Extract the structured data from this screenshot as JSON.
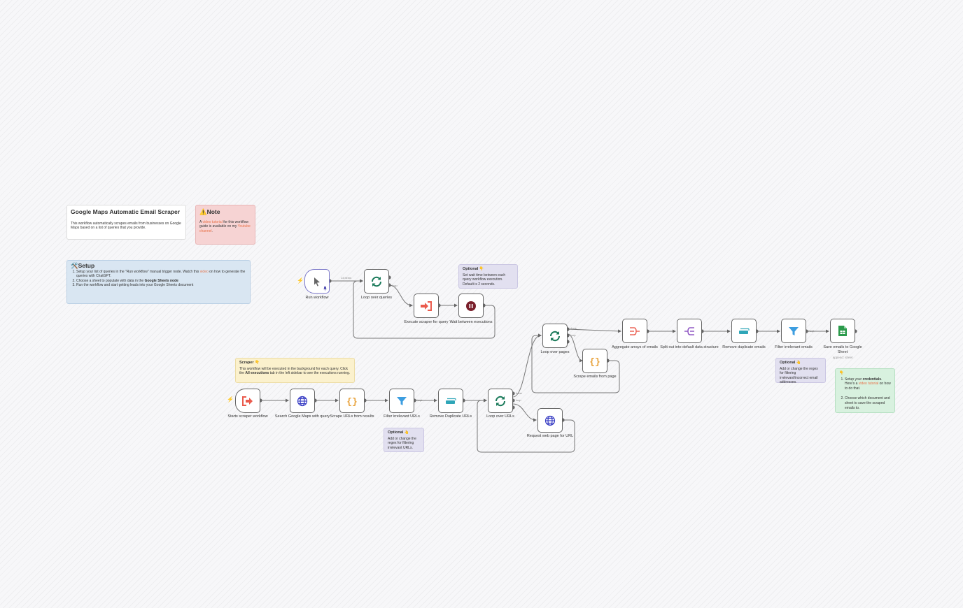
{
  "notes": {
    "title": {
      "heading": "Google Maps Automatic Email Scraper",
      "body": "This workflow automatically scrapes emails from businesses on Google Maps based on a list of queries that you provide."
    },
    "note": {
      "heading": "⚠️Note",
      "body_prefix": "A ",
      "link1": "video tutorial",
      "body_mid": " for this workflow guide is available on my ",
      "link2": "Youtube channel",
      "body_suffix": "."
    },
    "setup": {
      "heading": "🛠️Setup",
      "item1_prefix": "Setup your list of queries in the \"Run workflow\" manual trigger node. Watch this ",
      "item1_link": "video",
      "item1_suffix": " on how to generate the queries with ChatGPT.",
      "item2_prefix": "Choose a sheet to populate with data in the ",
      "item2_bold": "Google Sheets node",
      "item3": "Run the workflow and start getting leads into your Google Sheets document"
    },
    "optional_wait": {
      "heading": "Optional 👇",
      "body": "Set wait time between each query workflow execution. Default is 2 seconds."
    },
    "scraper": {
      "heading": "Scraper 👇",
      "body_prefix": "This workflow will be executed in the background for each query. Click the ",
      "body_bold": "All executions",
      "body_suffix": " tab in the left sidebar to see the executions running."
    },
    "optional_urls": {
      "heading": "Optional 👆",
      "body": "Add or change the regex for filtering irrelevant URLs."
    },
    "optional_emails": {
      "heading": "Optional 👆",
      "body": "Add or change the regex for filtering irrelevant/incorrect email addresses."
    },
    "credentials": {
      "heading": "👇",
      "item1_prefix": "Setup your ",
      "item1_bold": "credentials",
      "item1_mid": ". Here's a ",
      "item1_link": "video tutorial",
      "item1_suffix": " on how to do that.",
      "item2": "Choose which document and sheet to save the scraped emails to."
    }
  },
  "nodes": {
    "run_workflow": {
      "label": "Run workflow",
      "icon": "cursor-icon"
    },
    "loop_queries": {
      "label": "Loop over queries",
      "icon": "refresh-icon"
    },
    "execute_scraper": {
      "label": "Execute scraper for query",
      "icon": "sign-in-icon"
    },
    "wait": {
      "label": "Wait between executions",
      "icon": "pause-icon"
    },
    "starts_scraper": {
      "label": "Starts scraper workflow",
      "icon": "sign-out-icon"
    },
    "search_maps": {
      "label": "Search Google Maps with query",
      "icon": "globe-icon"
    },
    "scrape_urls": {
      "label": "Scrape URLs from results",
      "icon": "code-icon"
    },
    "filter_urls": {
      "label": "Filter irrelevant URLs",
      "icon": "filter-icon"
    },
    "remove_dup_urls": {
      "label": "Remove Duplicate URLs",
      "icon": "dedupe-icon"
    },
    "loop_urls": {
      "label": "Loop over URLs",
      "icon": "refresh-icon"
    },
    "request_page": {
      "label": "Request web page for URL",
      "icon": "globe-icon"
    },
    "loop_pages": {
      "label": "Loop over pages",
      "icon": "refresh-icon"
    },
    "scrape_emails": {
      "label": "Scrape emails from page",
      "icon": "code-icon"
    },
    "aggregate": {
      "label": "Aggregate arrays of emails",
      "icon": "aggregate-icon"
    },
    "split_out": {
      "label": "Split out into default data structure",
      "icon": "split-icon"
    },
    "remove_dup_emails": {
      "label": "Remove duplicate emails",
      "icon": "dedupe-icon"
    },
    "filter_emails": {
      "label": "Filter irrelevant emails",
      "icon": "filter-icon"
    },
    "save_sheet": {
      "label": "Save emails to Google Sheet",
      "sublabel": "append: sheet",
      "icon": "sheets-icon"
    }
  },
  "edge_labels": {
    "items": "14 items",
    "done": "done",
    "loop": "loop",
    "kept": "Kept"
  },
  "colors": {
    "refresh": "#1a7a5a",
    "code": "#e8a33c",
    "filter": "#3d9ee0",
    "globe": "#3a3fc4",
    "signin": "#ea5b4d",
    "pause": "#7a1f2b",
    "sheets": "#2b9a4b",
    "cursor": "#666666"
  }
}
